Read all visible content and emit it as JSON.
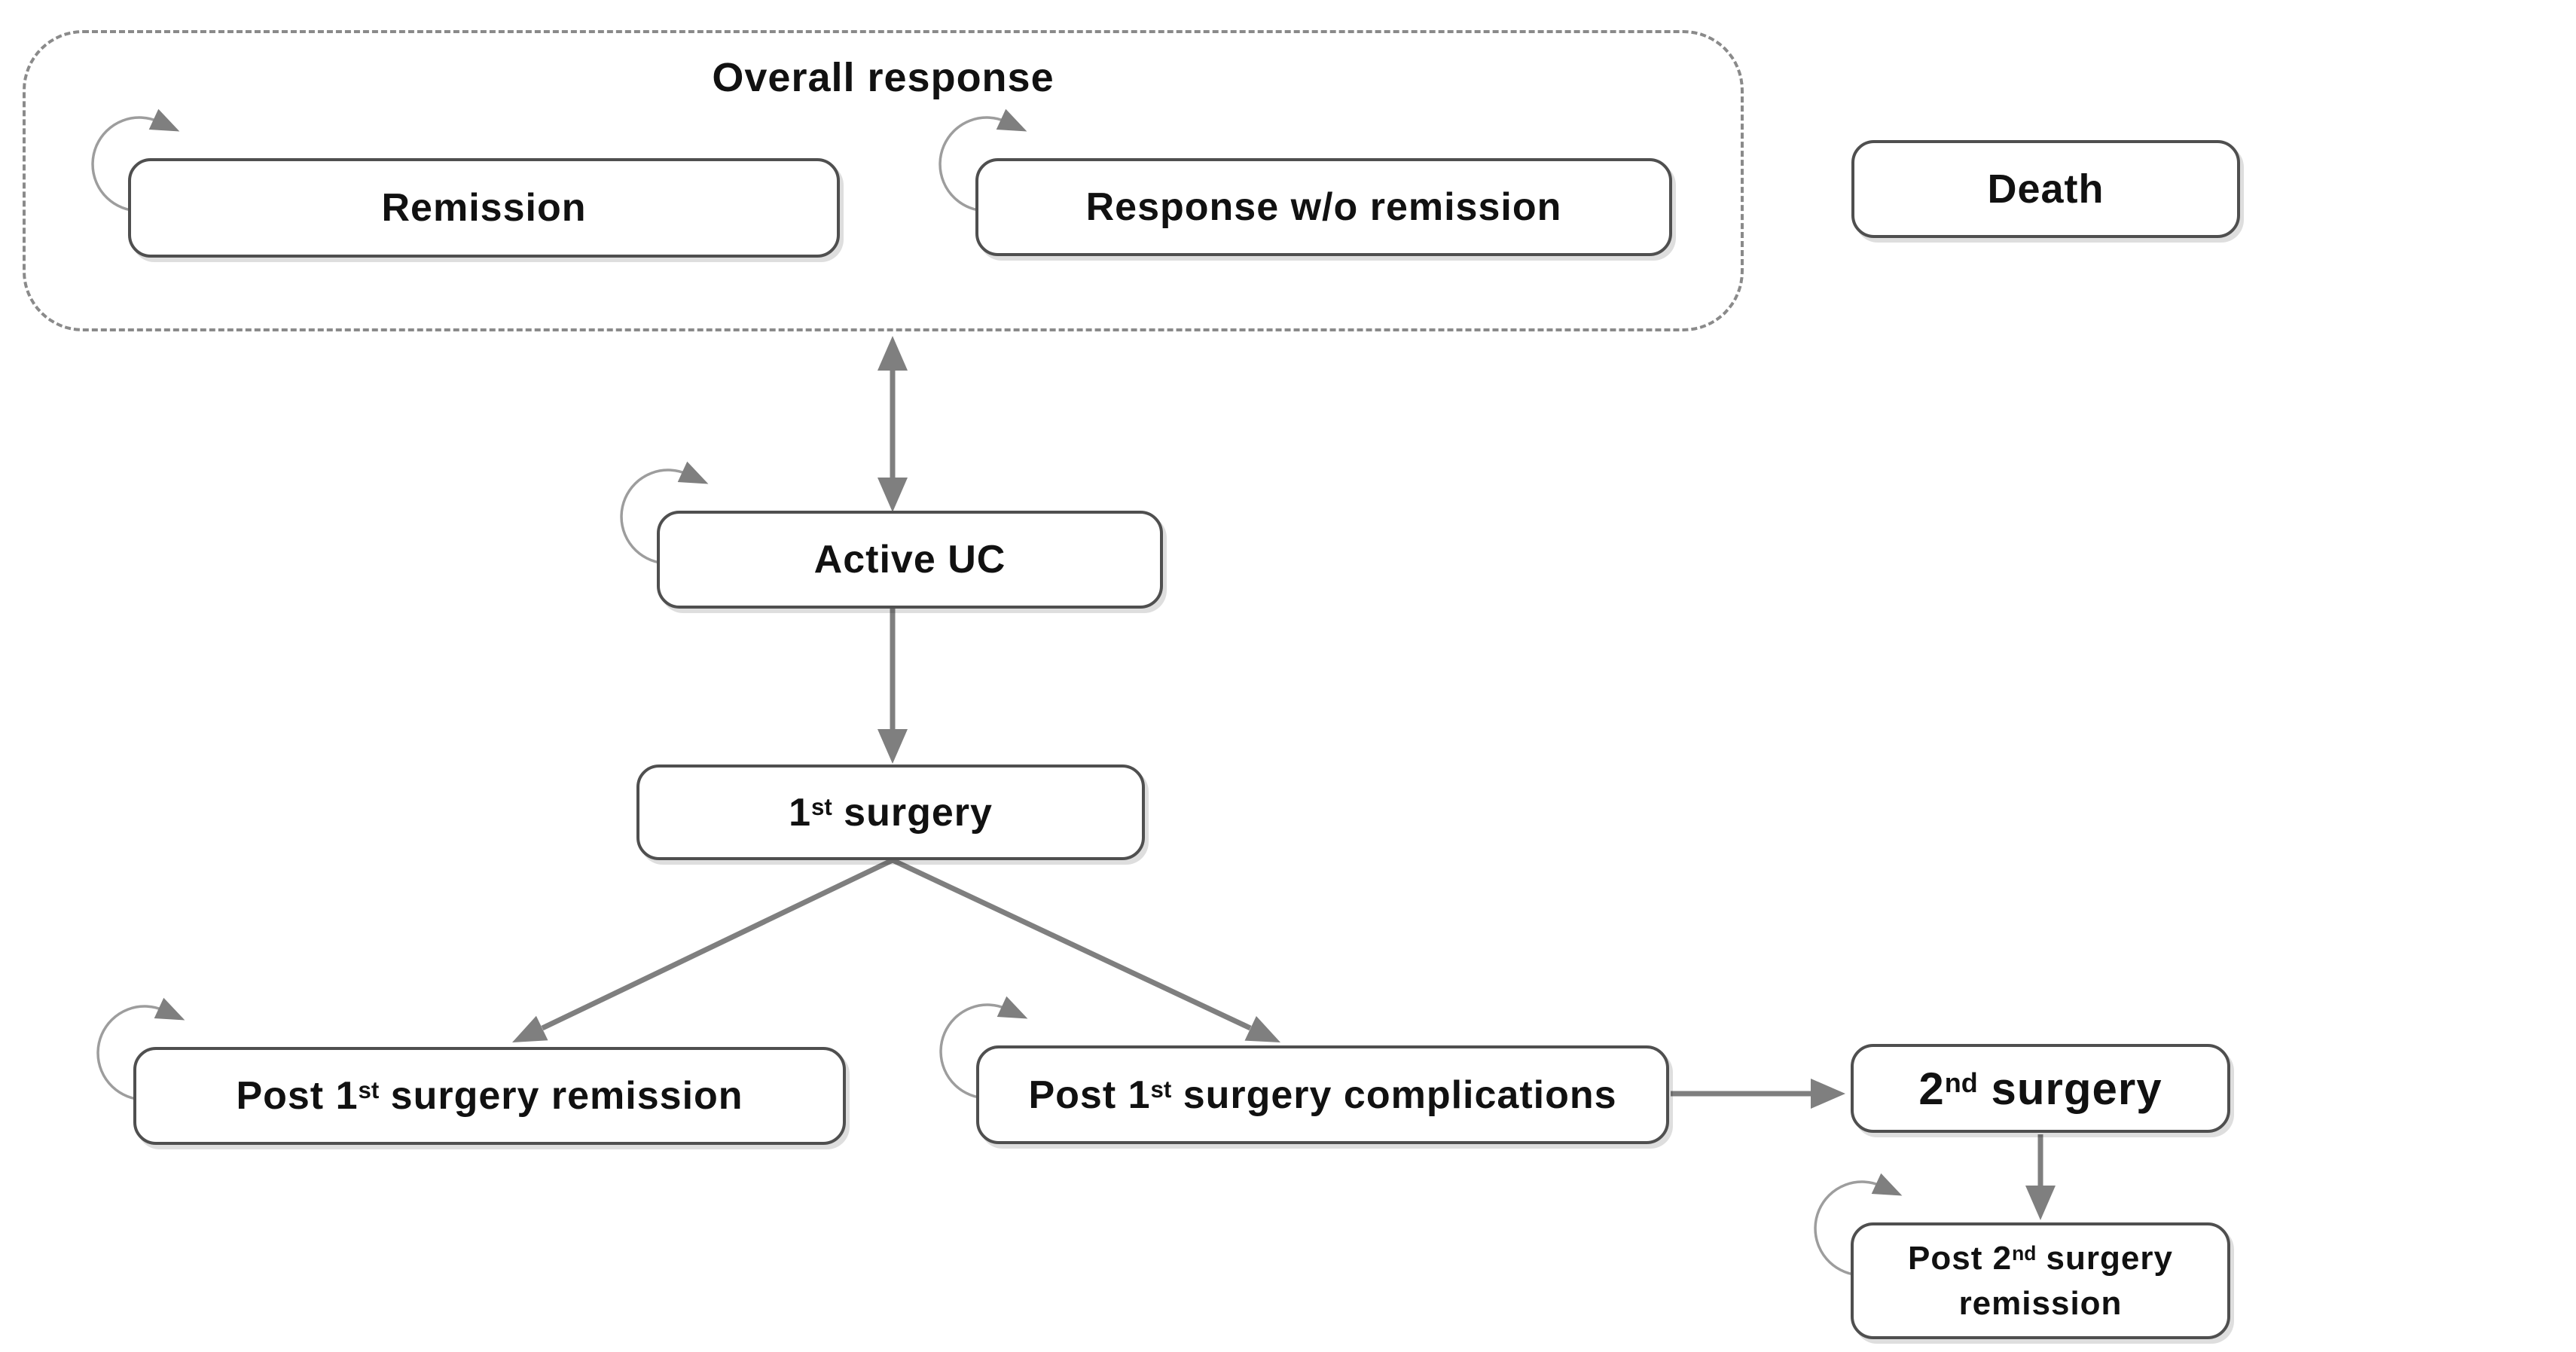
{
  "diagram": {
    "title": "Overall response",
    "nodes": {
      "remission": {
        "label": "Remission"
      },
      "response_wo_remission": {
        "label": "Response w/o remission"
      },
      "death": {
        "label": "Death"
      },
      "active_uc": {
        "label": "Active UC"
      },
      "first_surgery": {
        "pre": "1",
        "sup": "st",
        "post": " surgery"
      },
      "post_first_surgery_remission": {
        "pre": "Post 1",
        "sup": "st",
        "post": " surgery remission"
      },
      "post_first_surgery_complications": {
        "pre": "Post 1",
        "sup": "st",
        "post": " surgery complications"
      },
      "second_surgery": {
        "pre": "2",
        "sup": "nd",
        "post": " surgery"
      },
      "post_second_surgery_remission": {
        "line1_pre": "Post 2",
        "line1_sup": "nd",
        "line1_post": " surgery",
        "line2": "remission"
      }
    },
    "colors": {
      "arrow": "#7f7f7f",
      "box_border": "#4f4f4f",
      "loop_arc": "#9d9d9d",
      "dashed_border": "#8a8a8a",
      "text": "#111111",
      "background": "#ffffff"
    }
  }
}
